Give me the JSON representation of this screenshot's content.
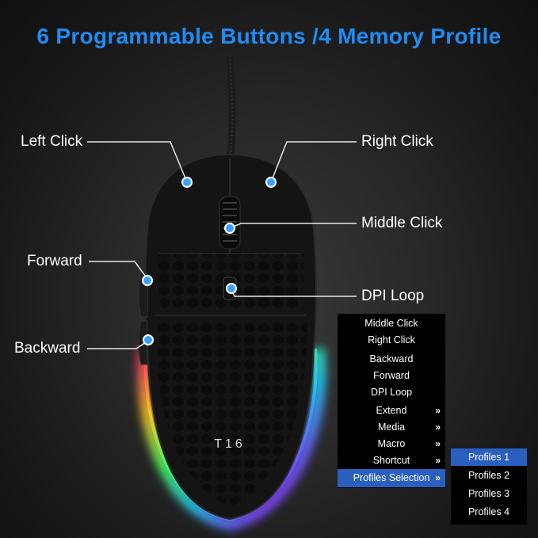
{
  "headline": "6 Programmable Buttons /4 Memory Profile",
  "brand_mark": "T16",
  "callouts": {
    "left_click": "Left Click",
    "right_click": "Right Click",
    "middle_click": "Middle Click",
    "forward": "Forward",
    "dpi_loop": "DPI Loop",
    "backward": "Backward"
  },
  "menu": {
    "items": [
      {
        "label": "Middle Click"
      },
      {
        "label": "Right Click"
      },
      {
        "label": "Backward"
      },
      {
        "label": "Forward"
      },
      {
        "label": "DPI Loop"
      },
      {
        "label": "Extend",
        "arrow": "»"
      },
      {
        "label": "Media",
        "arrow": "»"
      },
      {
        "label": "Macro",
        "arrow": "»"
      },
      {
        "label": "Shortcut",
        "arrow": "»"
      },
      {
        "label": "Profiles Selection",
        "arrow": "»",
        "selected": true
      }
    ]
  },
  "submenu": {
    "items": [
      {
        "label": "Profiles 1",
        "selected": true
      },
      {
        "label": "Profiles 2"
      },
      {
        "label": "Profiles 3"
      },
      {
        "label": "Profiles 4"
      }
    ]
  },
  "colors": {
    "accent": "#1e8cf5",
    "marker": "#3aa0ff",
    "menu_bg": "#000000",
    "menu_selected": "#2a5fbf"
  }
}
